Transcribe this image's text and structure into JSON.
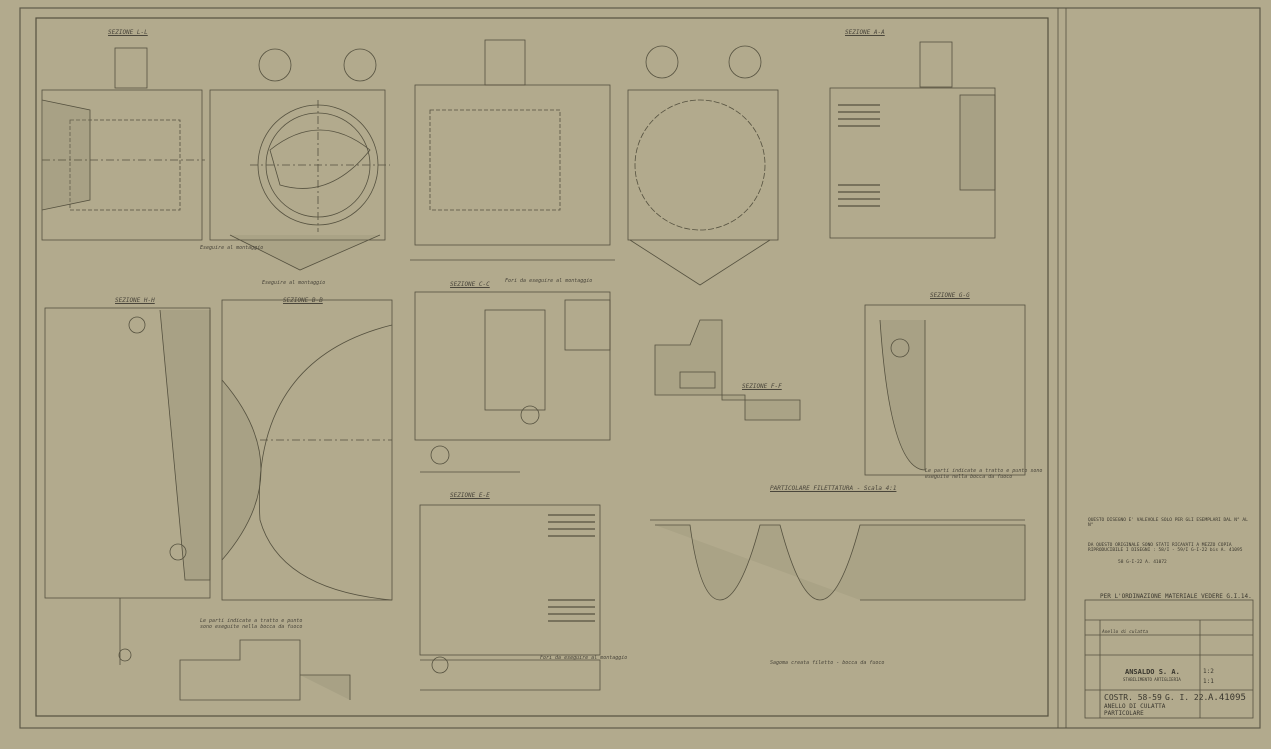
{
  "sections": [
    {
      "label": "SEZIONE L-L"
    },
    {
      "label": "SEZIONE A-A"
    },
    {
      "label": "SEZIONE H-H"
    },
    {
      "label": "SEZIONE B-B"
    },
    {
      "label": "SEZIONE C-C"
    },
    {
      "label": "SEZIONE F-F"
    },
    {
      "label": "SEZIONE E-E"
    },
    {
      "label": "SEZIONE G-G"
    },
    {
      "label": "PARTICOLARE FILETTATURA - Scala 4:1"
    }
  ],
  "notes": [
    "Eseguire al montaggio",
    "Eseguire al montaggio",
    "Fori da eseguire al montaggio",
    "Le parti indicate a tratto e punto sono eseguite nella bocca da fuoco",
    "Fori da eseguire al montaggio",
    "Sagoma creata filetto - bocca da fuoco",
    "Le parti indicate a tratto e punto sono eseguite nella bocca da fuoco"
  ],
  "title_block": {
    "validity_note": "QUESTO DISEGNO E' VALEVOLE SOLO PER GLI ESEMPLARI DAL N° AL N°",
    "reproduction_note": "DA QUESTO ORIGINALE SONO STATI RICAVATI A MEZZO COPIA RIPRODUCIBILE I DISEGNI : 58/I - 59/I  G-I-22 bis  A. 41095",
    "reproduction_note_2": "58  G-I-22  A. 41072",
    "ordering_note": "PER L'ORDINAZIONE MATERIALE VEDERE G.I.14.",
    "part_row": "Anello di culatta",
    "company": "ANSALDO S. A.",
    "company_sub": "STABILIMENTO ARTIGLIERIA",
    "construction": "COSTR. 58-59",
    "group": "G. I. 22.",
    "part_name": "ANELLO DI CULATTA",
    "part_type": "PARTICOLARE",
    "drawing_number": "A.41095",
    "scale_1": "1:2",
    "scale_2": "1:1"
  },
  "colors": {
    "paper": "#b2aa8d",
    "ink": "#4d493d"
  }
}
